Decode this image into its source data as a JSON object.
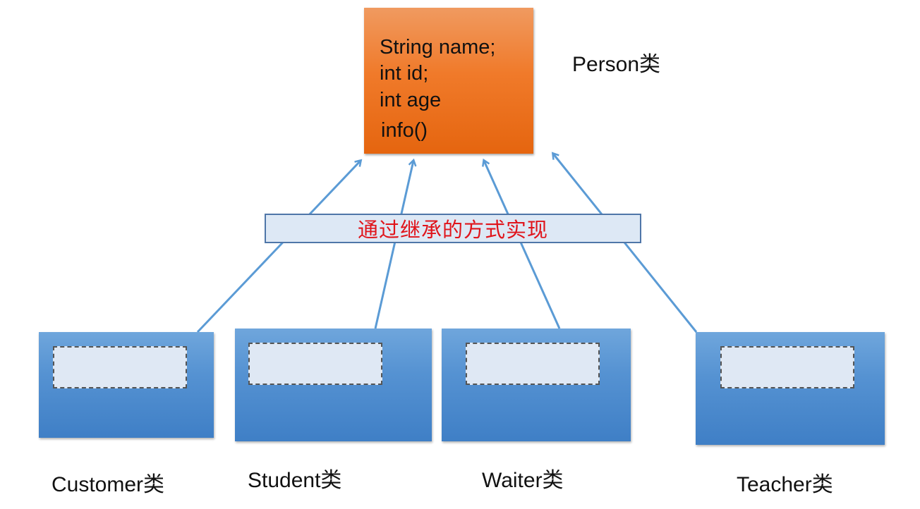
{
  "parent": {
    "fields": [
      "String name;",
      "int id;",
      "int age",
      "info()"
    ],
    "label": "Person类"
  },
  "banner": {
    "text": "通过继承的方式实现",
    "color": "#e0141b"
  },
  "children": [
    {
      "label": "Customer类"
    },
    {
      "label": "Student类"
    },
    {
      "label": "Waiter类"
    },
    {
      "label": "Teacher类"
    }
  ],
  "colors": {
    "parent_fill": "#f07a2a",
    "child_fill": "#5592d2",
    "arrow": "#5b9bd5",
    "banner_fill": "#dde8f5"
  }
}
